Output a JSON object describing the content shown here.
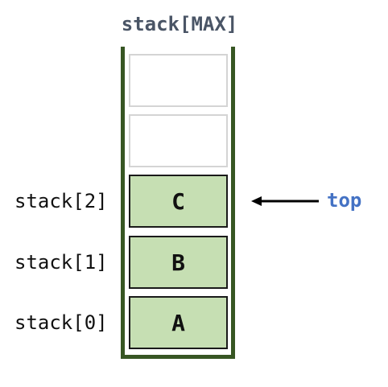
{
  "title": "stack[MAX]",
  "slots": [
    {
      "index_label": "",
      "value": "",
      "state": "empty"
    },
    {
      "index_label": "",
      "value": "",
      "state": "empty"
    },
    {
      "index_label": "stack[2]",
      "value": "C",
      "state": "filled"
    },
    {
      "index_label": "stack[1]",
      "value": "B",
      "state": "filled"
    },
    {
      "index_label": "stack[0]",
      "value": "A",
      "state": "filled"
    }
  ],
  "pointer": {
    "label": "top",
    "target_index_label": "stack[2]"
  },
  "colors": {
    "title": "#4a5566",
    "wall": "#375623",
    "filled_slot": "#c6dfb3",
    "empty_slot_border": "#d4d4d4",
    "pointer_label": "#4472c4"
  }
}
